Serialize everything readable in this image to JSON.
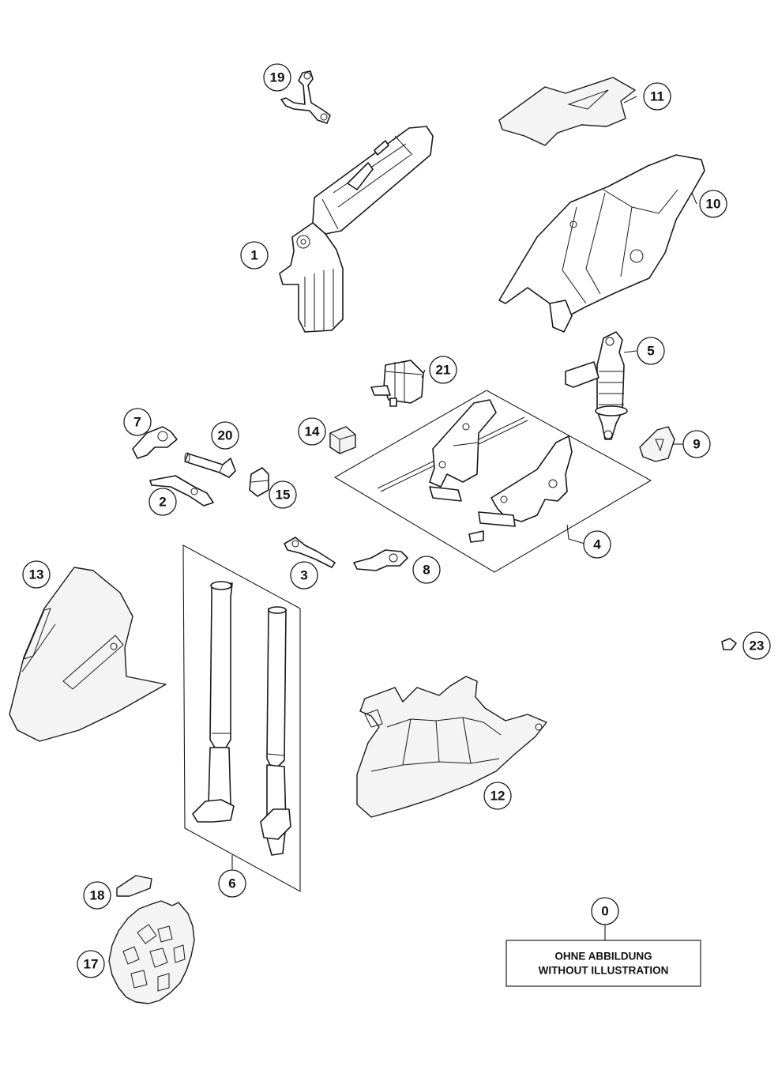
{
  "callouts": [
    {
      "id": "c0",
      "label": "0"
    },
    {
      "id": "c1",
      "label": "1"
    },
    {
      "id": "c2",
      "label": "2"
    },
    {
      "id": "c3",
      "label": "3"
    },
    {
      "id": "c4",
      "label": "4"
    },
    {
      "id": "c5",
      "label": "5"
    },
    {
      "id": "c6",
      "label": "6"
    },
    {
      "id": "c7",
      "label": "7"
    },
    {
      "id": "c8",
      "label": "8"
    },
    {
      "id": "c9",
      "label": "9"
    },
    {
      "id": "c10",
      "label": "10"
    },
    {
      "id": "c11",
      "label": "11"
    },
    {
      "id": "c12",
      "label": "12"
    },
    {
      "id": "c13",
      "label": "13"
    },
    {
      "id": "c14",
      "label": "14"
    },
    {
      "id": "c15",
      "label": "15"
    },
    {
      "id": "c17",
      "label": "17"
    },
    {
      "id": "c18",
      "label": "18"
    },
    {
      "id": "c19",
      "label": "19"
    },
    {
      "id": "c20",
      "label": "20"
    },
    {
      "id": "c21",
      "label": "21"
    },
    {
      "id": "c23",
      "label": "23"
    }
  ],
  "note": {
    "line1": "OHNE ABBILDUNG",
    "line2": "WITHOUT ILLUSTRATION"
  }
}
